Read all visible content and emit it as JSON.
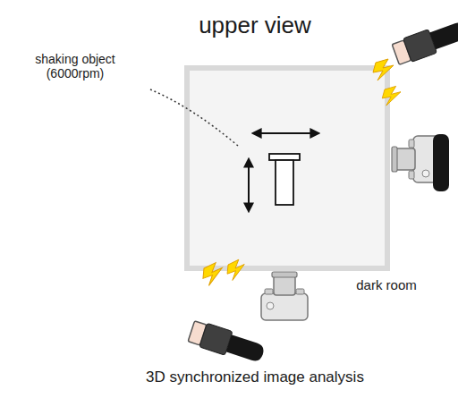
{
  "diagram": {
    "title": "upper view",
    "caption": "3D synchronized image analysis",
    "labels": [
      "shaking object (6000rpm)",
      "dark room"
    ]
  }
}
